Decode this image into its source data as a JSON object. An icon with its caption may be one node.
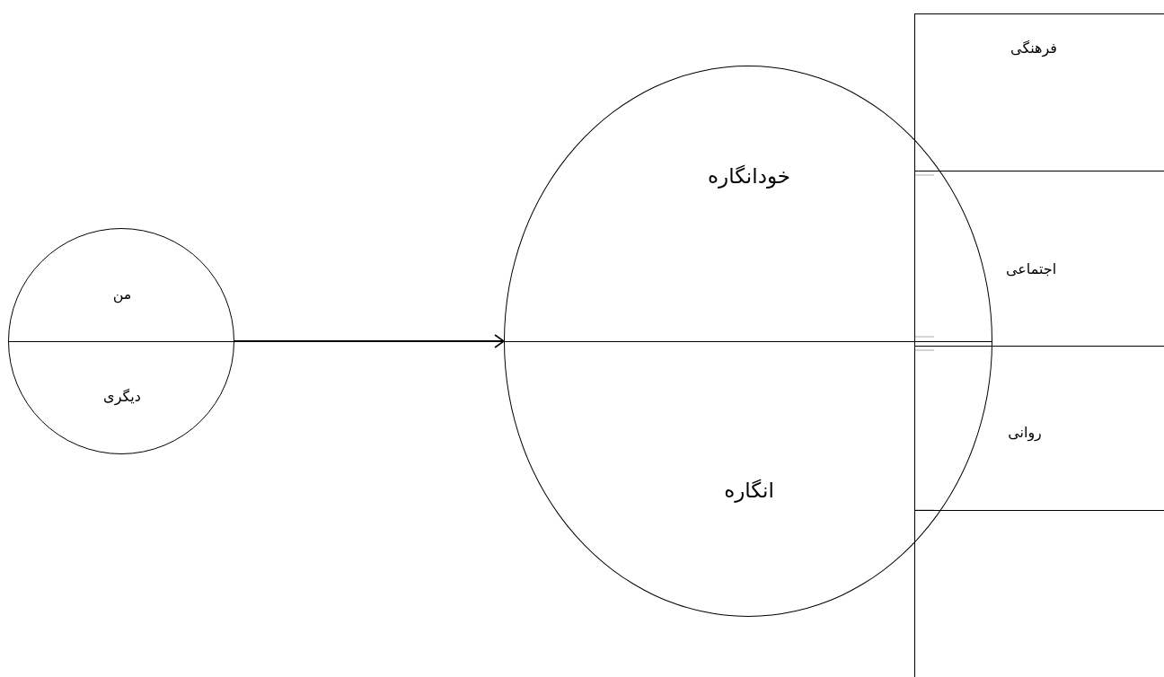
{
  "diagram": {
    "nodes": [
      {
        "text": [
          "من",
          "دیگری"
        ]
      },
      {
        "text": [
          "خودانگاره",
          "انگاره"
        ]
      },
      {
        "text": [
          "فرهنگی"
        ]
      },
      {
        "text": [
          "اجتماعی"
        ]
      },
      {
        "text": [
          "روانی"
        ]
      },
      {
        "text": [],
        "shape": "box"
      }
    ],
    "edges": [
      {
        "from": 0,
        "to": 1,
        "arrow": "to"
      }
    ]
  }
}
